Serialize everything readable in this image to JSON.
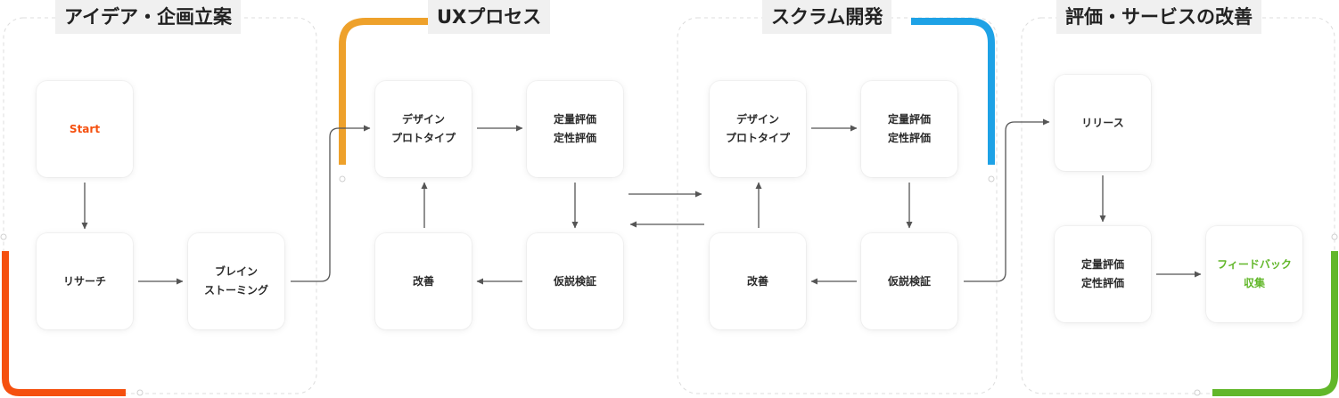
{
  "colors": {
    "idea": "#f5500f",
    "ux": "#eea12b",
    "scrum": "#1ea2e6",
    "release": "#62b72a",
    "start_text": "#f5500f",
    "collect_text": "#62b72a"
  },
  "phases": {
    "idea": "アイデア・企画立案",
    "ux": "UXプロセス",
    "scrum": "スクラム開発",
    "release": "評価・サービスの改善"
  },
  "nodes": {
    "start": "Start",
    "research": "リサーチ",
    "brainstorm": "ブレイン\nストーミング",
    "ux_design": "デザイン\nプロトタイプ",
    "ux_eval": "定量評価\n定性評価",
    "ux_hypo": "仮説検証",
    "ux_improve": "改善",
    "scrum_design": "デザイン\nプロトタイプ",
    "scrum_eval": "定量評価\n定性評価",
    "scrum_hypo": "仮説検証",
    "scrum_improve": "改善",
    "release": "リリース",
    "release_eval": "定量評価\n定性評価",
    "feedback": "フィードバック\n収集"
  }
}
